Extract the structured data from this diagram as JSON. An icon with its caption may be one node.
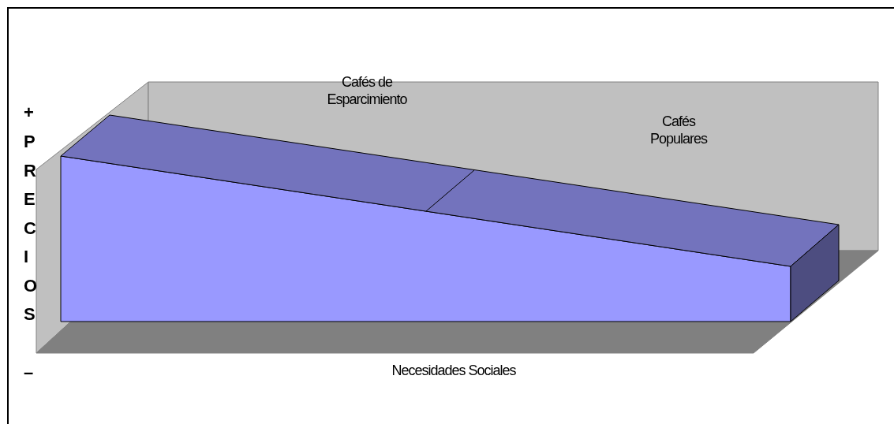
{
  "diagram": {
    "labels": [
      "Cafés de Esparcimiento",
      "Cafés Populares",
      "+",
      "PRECIOS",
      "–",
      "Necesidades Sociales"
    ]
  }
}
